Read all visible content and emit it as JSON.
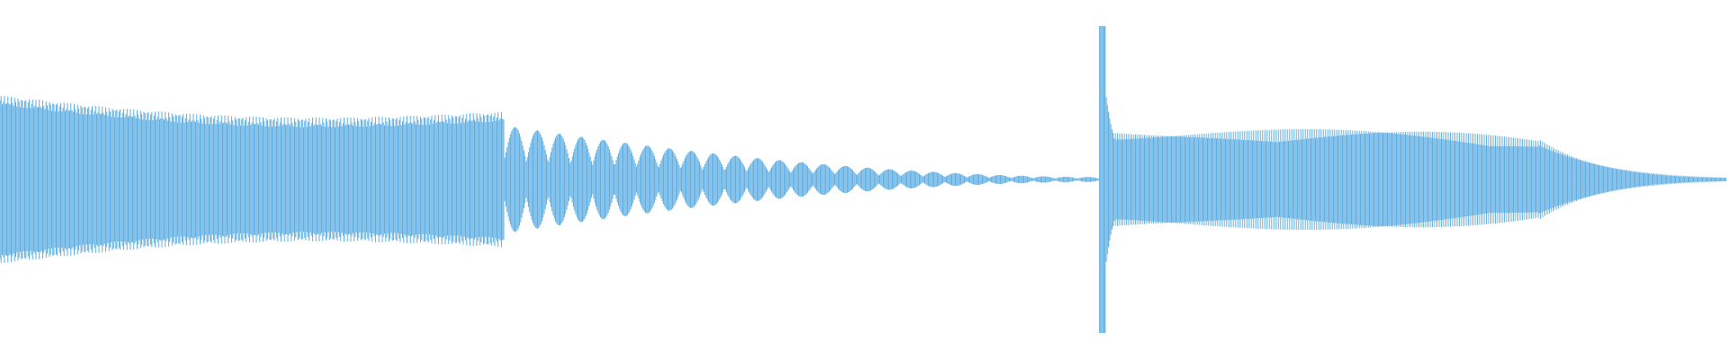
{
  "waveform": {
    "color": "#5dade2",
    "background": "#ffffff",
    "segments": [
      {
        "kind": "sustain",
        "start": 0.0,
        "end": 0.292,
        "amp_start": 0.46,
        "amp_end": 0.36,
        "amp_peak": 0.46,
        "jitter": 0.06
      },
      {
        "kind": "swell",
        "start": 0.292,
        "end": 0.6365,
        "amp_start": 0.32,
        "amp_end": 0.015,
        "pulse_count": 27
      },
      {
        "kind": "attack",
        "start": 0.6365,
        "end": 1.0,
        "attack_amp": 0.95,
        "body_amp": 0.3,
        "body_peak_at": 0.8,
        "tail_amp": 0.012
      }
    ]
  }
}
